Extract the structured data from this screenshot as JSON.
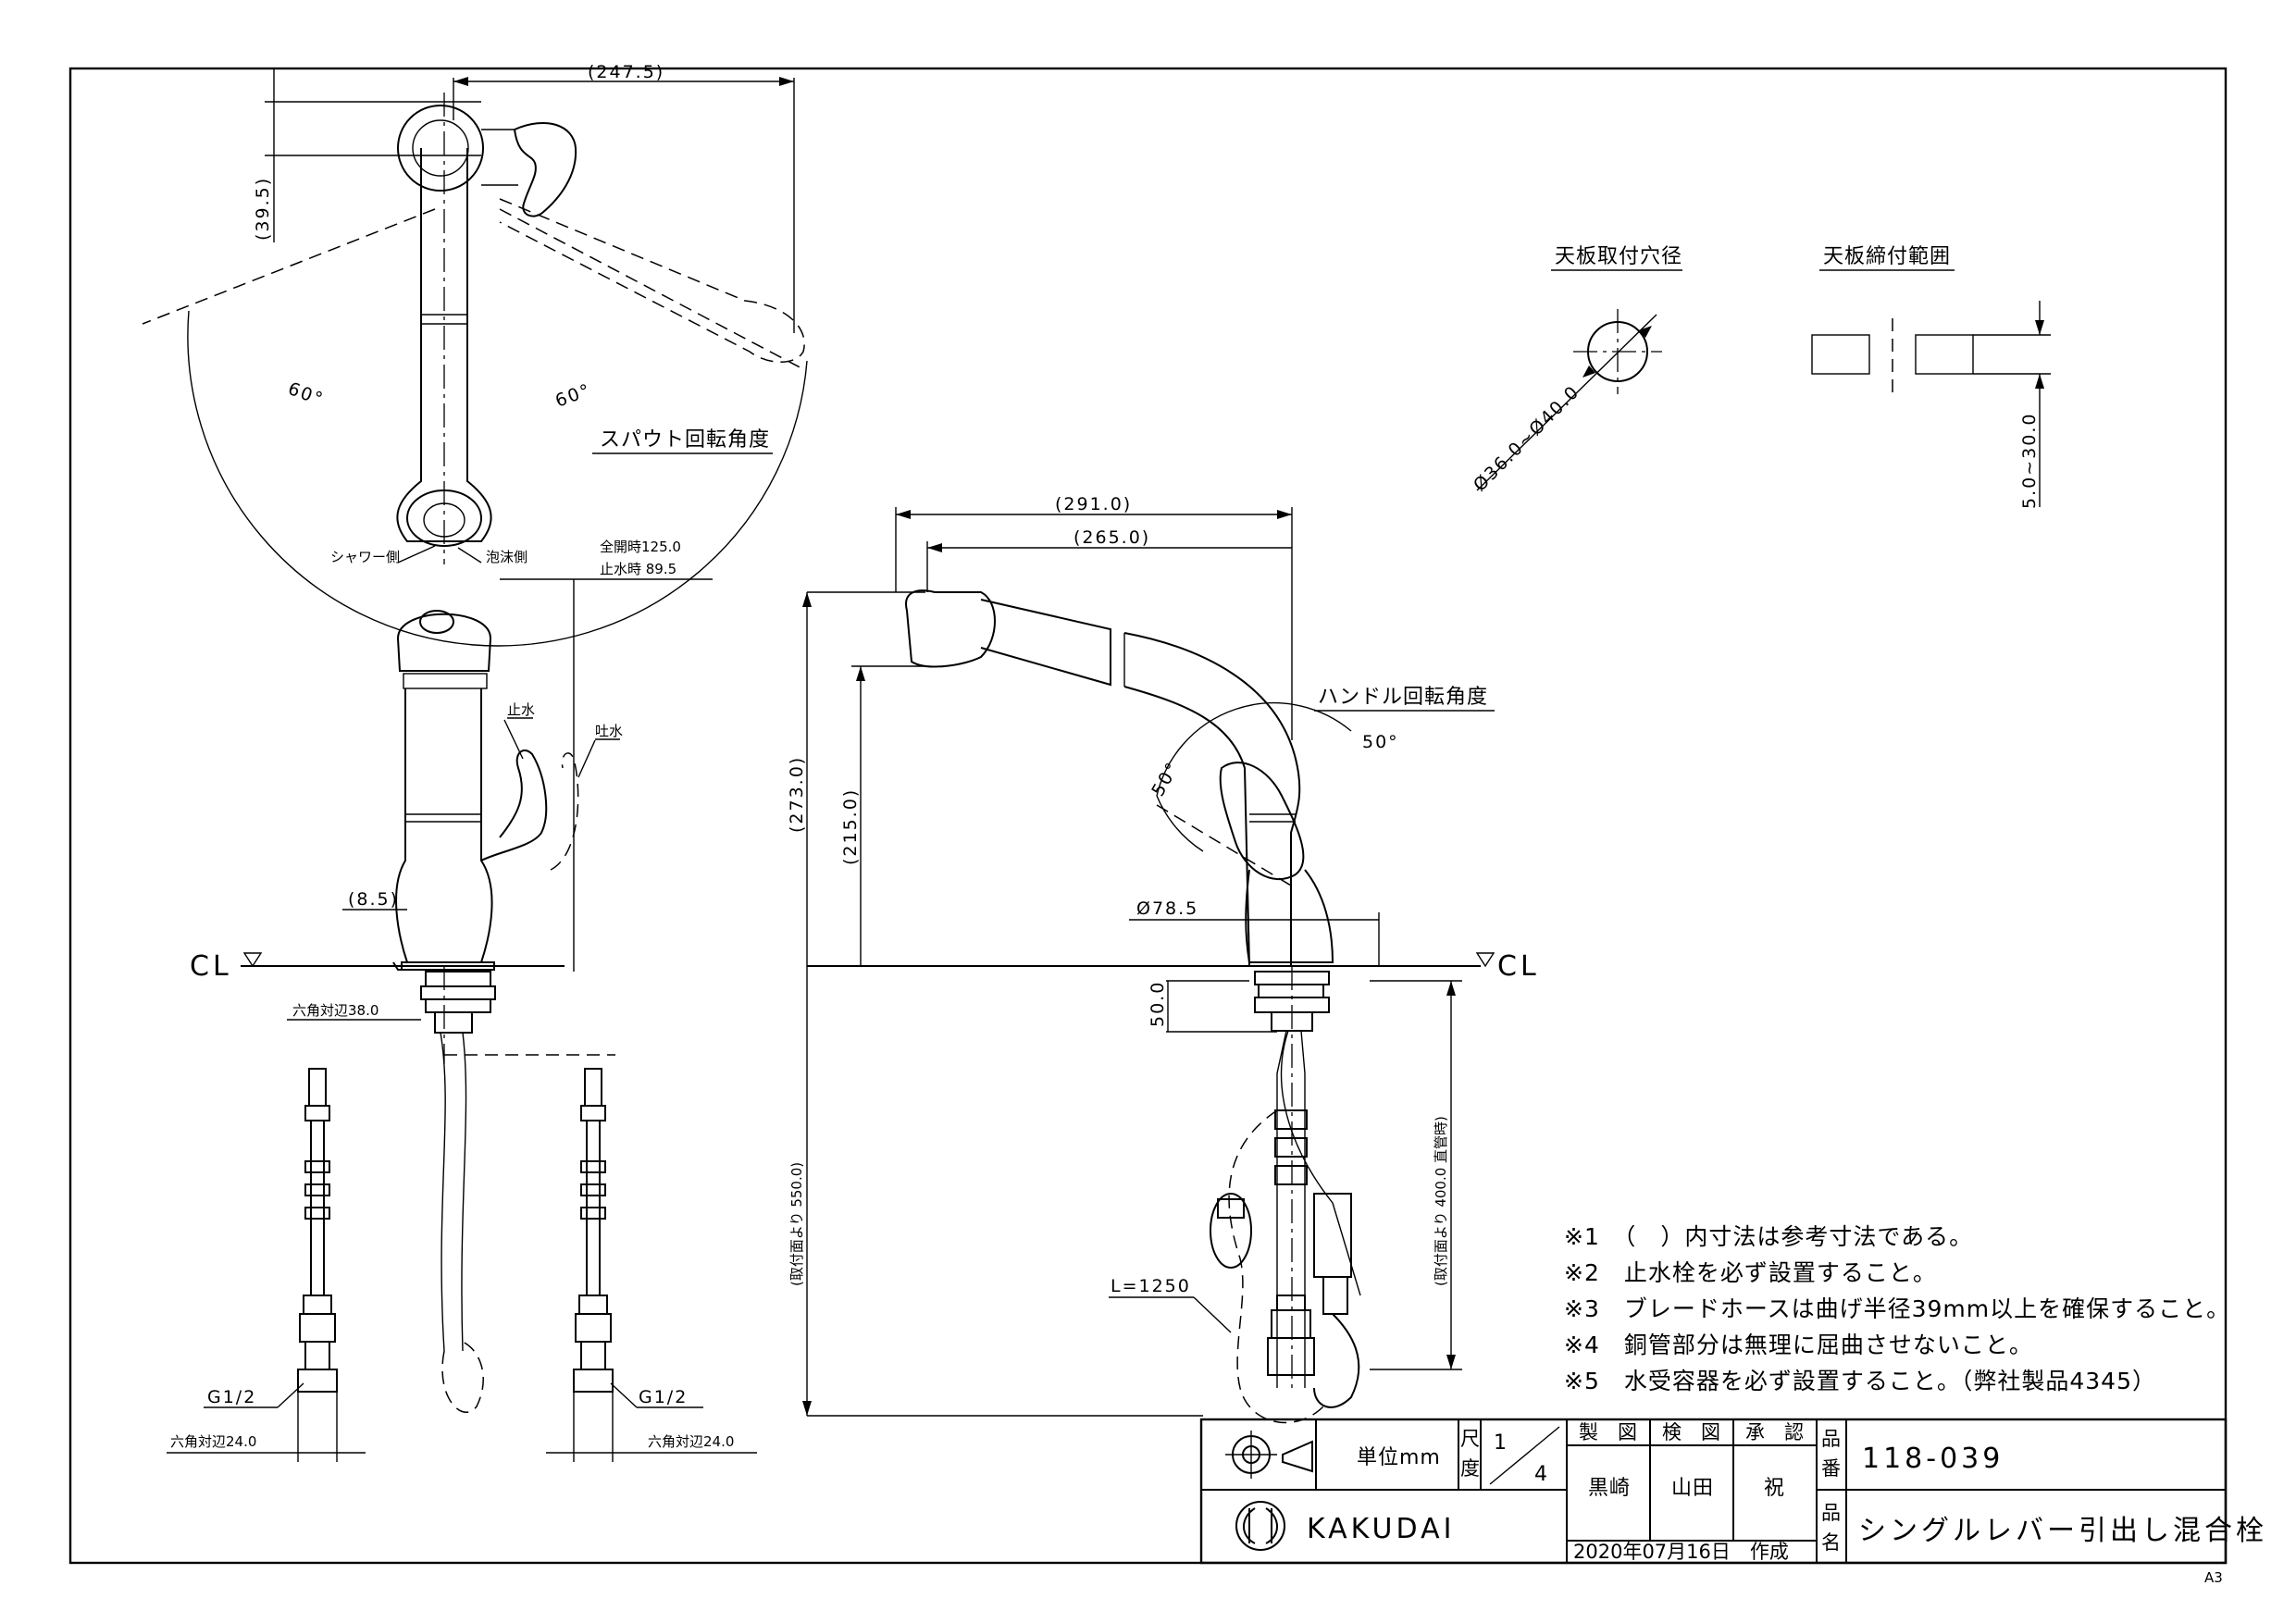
{
  "dims": {
    "top_width": "(247.5)",
    "top_offset": "(39.5)",
    "angle_left": "60°",
    "angle_right": "60°",
    "spout_rotation_label": "スパウト回転角度",
    "shower_side": "シャワー側",
    "foam_side": "泡沫側",
    "full_open": "全開時125.0",
    "stop_water": "止水時 89.5",
    "stop_label": "止水",
    "discharge_label": "吐水",
    "offset_85": "(8.5)",
    "cl_left": "CL",
    "hex38": "六角対辺38.0",
    "g12_left": "G1/2",
    "g12_right": "G1/2",
    "hex24_left": "六角対辺24.0",
    "hex24_right": "六角対辺24.0",
    "w291": "(291.0)",
    "w265": "(265.0)",
    "h273": "(273.0)",
    "h215": "(215.0)",
    "handle_rotation_label": "ハンドル回転角度",
    "angle50_right": "50°",
    "angle50_left": "50°",
    "dia785": "Ø78.5",
    "cl_right": "CL",
    "h50": "50.0",
    "len550": "(取付面より 550.0)",
    "len400": "(取付面より 400.0 直管時)",
    "hose_length": "L=1250",
    "hole_title": "天板取付穴径",
    "hole_dim": "Ø36.0~Ø40.0",
    "clamp_title": "天板締付範囲",
    "clamp_dim": "5.0~30.0"
  },
  "notes": [
    "※1　（　）内寸法は参考寸法である。",
    "※2　止水栓を必ず設置すること。",
    "※3　ブレードホースは曲げ半径39mm以上を確保すること。",
    "※4　銅管部分は無理に屈曲させないこと。",
    "※5　水受容器を必ず設置すること。（弊社製品4345）"
  ],
  "title_block": {
    "unit_label": "単位mm",
    "scale_label_1": "尺",
    "scale_label_2": "度",
    "scale_num": "1",
    "scale_den": "4",
    "col_drawn": "製　図",
    "col_checked": "検　図",
    "col_approved": "承　認",
    "drawn_by": "黒崎",
    "checked_by": "山田",
    "approved_by": "祝",
    "date": "2020年07月16日　作成",
    "part_label_1": "品",
    "part_label_2": "番",
    "name_label_1": "品",
    "name_label_2": "名",
    "part_number": "118-039",
    "product_name": "シングルレバー引出し混合栓",
    "brand": "KAKUDAI",
    "paper_size": "A3"
  }
}
